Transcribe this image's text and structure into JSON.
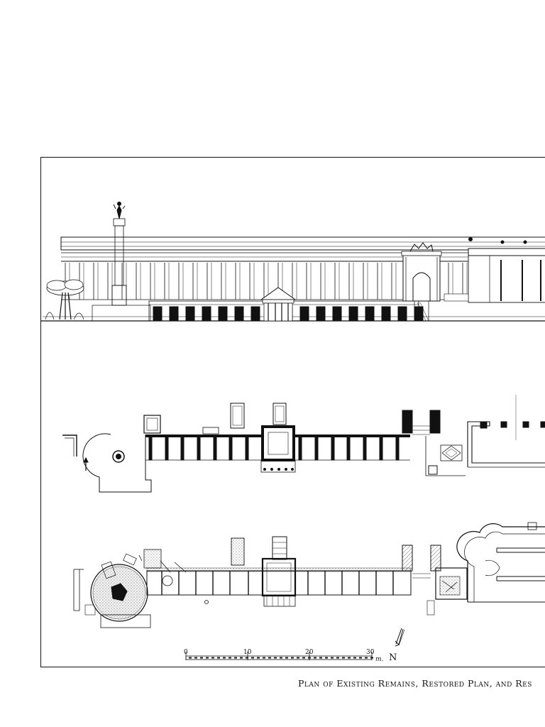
{
  "caption": "Plan of Existing Remains, Restored Plan, and Res",
  "scale": {
    "ticks": [
      "0",
      "10",
      "20",
      "30"
    ],
    "unit": "m."
  },
  "north_mark": "N",
  "icons": [
    "north-arrow-icon",
    "tree-icon",
    "statue-icon"
  ]
}
